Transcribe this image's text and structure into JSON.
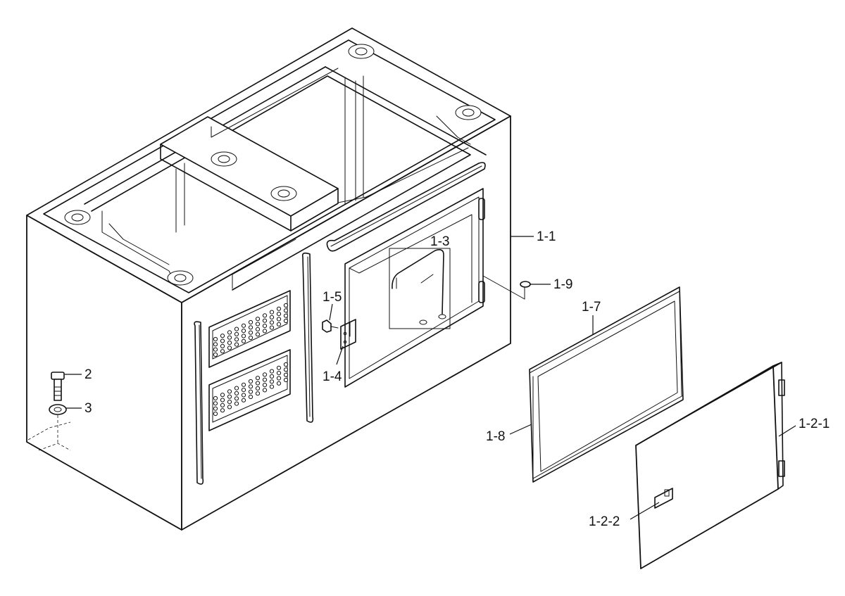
{
  "callouts": {
    "c_1_1": "1-1",
    "c_1_2_1": "1-2-1",
    "c_1_2_2": "1-2-2",
    "c_1_3": "1-3",
    "c_1_4": "1-4",
    "c_1_5": "1-5",
    "c_1_7": "1-7",
    "c_1_8": "1-8",
    "c_1_9": "1-9",
    "c_2": "2",
    "c_3": "3"
  },
  "icons": {
    "cabinet": "storage-cabinet-icon",
    "door": "cabinet-door-icon",
    "gasket": "door-gasket-frame-icon",
    "bolt": "bolt-icon",
    "washer": "washer-icon"
  }
}
